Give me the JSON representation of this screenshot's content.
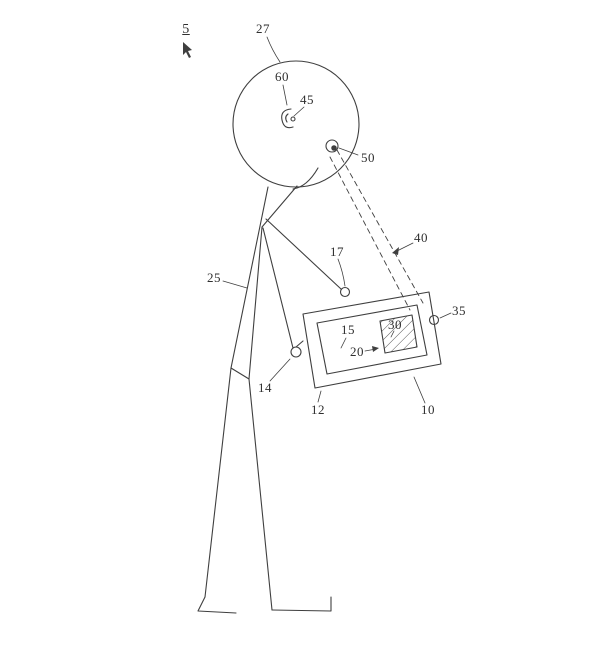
{
  "figure": {
    "background_color": "#ffffff",
    "line_color": "#3f3f3f",
    "description": "Patent-style line drawing: person with head-mounted eye/gaze sensor looking along dashed sight lines toward a chest-held tablet device with a highlighted screen region",
    "cursor_icon": "mouse-pointer-arrow"
  },
  "labels": {
    "fig_number": "5",
    "head": "27",
    "ear": "60",
    "earpiece": "45",
    "eye_sensor": "50",
    "gaze_lines": "40",
    "body": "25",
    "strap_mount": "17",
    "side_button": "35",
    "screen": "15",
    "content_region": "30",
    "content_pointer": "20",
    "hand": "14",
    "device_edge": "12",
    "device": "10"
  }
}
